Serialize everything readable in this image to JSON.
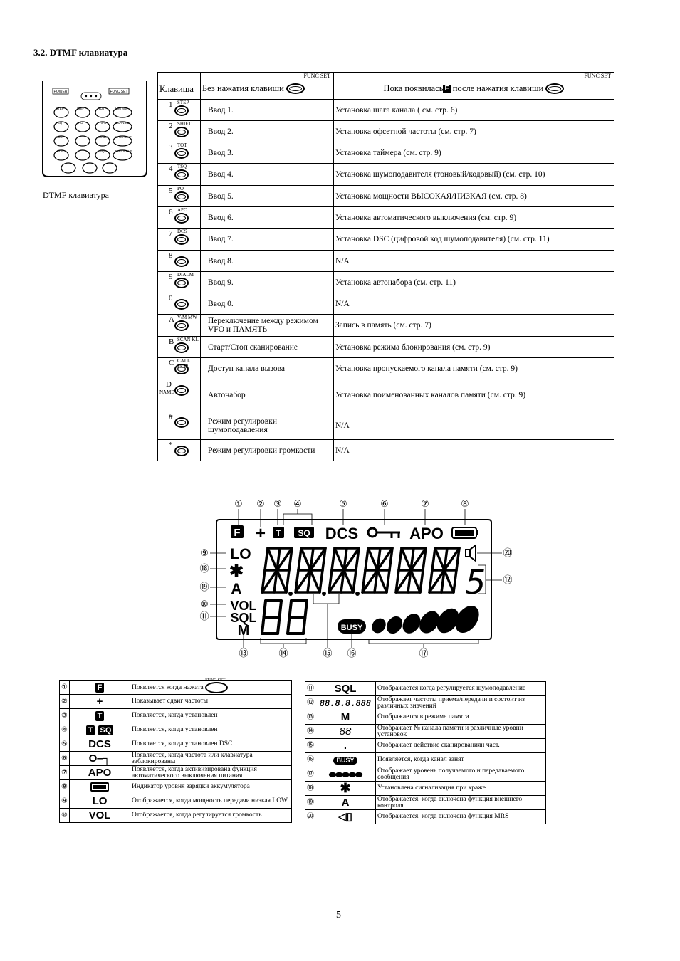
{
  "section_title": "3.2. DTMF клавиатура",
  "keypad": {
    "caption": "DTMF клавиатура",
    "labels": [
      "POWER",
      "FUNC SET",
      "STEP",
      "SHIFT",
      "TOT",
      "V/M MW",
      "TSQ",
      "PO",
      "APO",
      "SCAN KL",
      "DCS",
      "DIALM",
      "CALL SKIP",
      "DIAL NAME",
      "SQL",
      "VOL"
    ]
  },
  "table": {
    "header": {
      "key": "Клавиша",
      "without": "Без нажатия клавиши",
      "with_prefix": "Пока появилась",
      "with_f": "F",
      "with_suffix": "после нажатия клавиши",
      "func_set": "FUNC SET"
    },
    "rows": [
      {
        "key": "1",
        "sub": "STEP",
        "normal": "Ввод 1.",
        "func": "Установка шага канала ( см. стр. 6)"
      },
      {
        "key": "2",
        "sub": "SHIFT",
        "normal": "Ввод 2.",
        "func": "Установка офсетной частоты (см. стр. 7)"
      },
      {
        "key": "3",
        "sub": "TOT",
        "normal": "Ввод 3.",
        "func": "Установка таймера (см. стр. 9)"
      },
      {
        "key": "4",
        "sub": "TSQ",
        "normal": "Ввод 4.",
        "func": "Установка шумоподавителя (тоновый/кодовый) (см. стр. 10)"
      },
      {
        "key": "5",
        "sub": "PO",
        "normal": "Ввод 5.",
        "func": "Установка мощности ВЫСОКАЯ/НИЗКАЯ (см. стр. 8)"
      },
      {
        "key": "6",
        "sub": "APO",
        "normal": "Ввод 6.",
        "func": "Установка автоматического выключения (см. стр. 9)"
      },
      {
        "key": "7",
        "sub": "DCS",
        "normal": "Ввод 7.",
        "func": "Установка DSC (цифровой код шумоподавителя) (см. стр. 11)"
      },
      {
        "key": "8",
        "sub": "",
        "normal": "Ввод 8.",
        "func": "N/A"
      },
      {
        "key": "9",
        "sub": "DIALM",
        "normal": "Ввод 9.",
        "func": "Установка автонабора (см. стр. 11)"
      },
      {
        "key": "0",
        "sub": "",
        "normal": "Ввод 0.",
        "func": "N/A"
      },
      {
        "key": "A",
        "sub": "V/M MW",
        "normal": "Переключение между режимом VFO и ПАМЯТЬ",
        "func": "Запись в память (см. стр. 7)"
      },
      {
        "key": "B",
        "sub": "SCAN KL",
        "normal": "Старт/Стоп сканирование",
        "func": "Установка режима блокирования (см. стр. 9)"
      },
      {
        "key": "C",
        "sub": "CALL SKIP",
        "normal": "Доступ канала вызова",
        "func": "Установка пропускаемого канала памяти (см. стр. 9)"
      },
      {
        "key": "D",
        "sub": "NAME",
        "normal": "Автонабор",
        "func": "Установка поименованных каналов памяти (см. стр. 9)"
      },
      {
        "key": "#",
        "sub": "",
        "normal": "Режим регулировки шумоподавления",
        "func": "N/A"
      },
      {
        "key": "*",
        "sub": "",
        "normal": "Режим регулировки громкости",
        "func": "N/A"
      }
    ]
  },
  "lcd": {
    "icons": {
      "f": "F",
      "plus": "+",
      "t": "T",
      "sq": "SQ",
      "dcs": "DCS",
      "apo": "APO",
      "lo": "LO",
      "a": "A",
      "vol": "VOL",
      "sql": "SQL",
      "m": "M",
      "busy": "BUSY",
      "digits": "88.8.8.888",
      "small_s": "5",
      "channel": "88"
    },
    "callouts": [
      "①",
      "②",
      "③",
      "④",
      "⑤",
      "⑥",
      "⑦",
      "⑧",
      "⑨",
      "⑩",
      "⑪",
      "⑫",
      "⑬",
      "⑭",
      "⑮",
      "⑯",
      "⑰",
      "⑱",
      "⑲",
      "⑳"
    ]
  },
  "legend_left": [
    {
      "num": "①",
      "icon": "F",
      "text": "Появляется когда нажата",
      "extra": "FUNC SET"
    },
    {
      "num": "②",
      "icon": "+",
      "text": "Показывает сдвиг частоты"
    },
    {
      "num": "③",
      "icon": "T",
      "text": "Появляется, когда установлен"
    },
    {
      "num": "④",
      "icon": "T SQ",
      "text": "Появляется, когда установлен"
    },
    {
      "num": "⑤",
      "icon": "DCS",
      "text": "Появляется, когда установлен DSC"
    },
    {
      "num": "⑥",
      "icon": "O-key",
      "text": "Появляется, когда частота или клавиатура заблокированы"
    },
    {
      "num": "⑦",
      "icon": "APO",
      "text": "Появляется, когда активизирована функция автоматического выключения питания"
    },
    {
      "num": "⑧",
      "icon": "battery",
      "text": "Индикатор уровня зарядки аккумулятора"
    },
    {
      "num": "⑨",
      "icon": "LO",
      "text": "Отображается, когда мощность передачи низкая LOW"
    },
    {
      "num": "⑩",
      "icon": "VOL",
      "text": "Отображается, когда регулируется громкость"
    }
  ],
  "legend_right": [
    {
      "num": "⑪",
      "icon": "SQL",
      "text": "Отображается когда регулируется шумоподавление"
    },
    {
      "num": "⑫",
      "icon": "88.8.8.888",
      "text": "Отображает частоты приема/передачи и состоит из различных значений"
    },
    {
      "num": "⑬",
      "icon": "M",
      "text": "Отображается в режиме памяти"
    },
    {
      "num": "⑭",
      "icon": "88",
      "text": "Отображает № канала памяти и различные уровни установок"
    },
    {
      "num": "⑮",
      "icon": ".",
      "text": "Отображает действие сканированиян част."
    },
    {
      "num": "⑯",
      "icon": "BUSY",
      "text": "Появляется, когда канал занят"
    },
    {
      "num": "⑰",
      "icon": "bars",
      "text": "Отображает уровень получаемого и передаваемого сообщения"
    },
    {
      "num": "⑱",
      "icon": "✱",
      "text": "Установлена сигнализация при краже"
    },
    {
      "num": "⑲",
      "icon": "A",
      "text": "Отображается, когда включена функция внешнего контроля"
    },
    {
      "num": "⑳",
      "icon": "speaker",
      "text": "Отображается, когда включена функция MRS"
    }
  ],
  "page_number": "5"
}
